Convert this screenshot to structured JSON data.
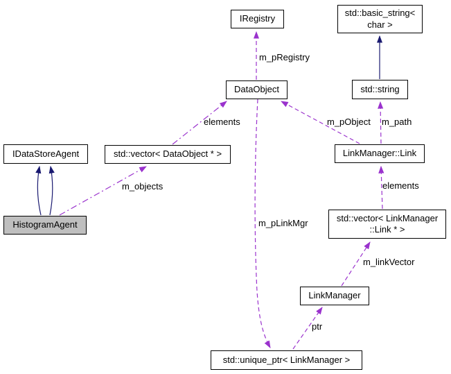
{
  "diagram": {
    "kind": "collaboration-graph",
    "nodes": [
      {
        "id": "iregistry",
        "label": "IRegistry"
      },
      {
        "id": "std-basic-string",
        "label": "std::basic_string<\nchar >"
      },
      {
        "id": "dataobject",
        "label": "DataObject"
      },
      {
        "id": "std-string",
        "label": "std::string"
      },
      {
        "id": "idatastoreagent",
        "label": "IDataStoreAgent"
      },
      {
        "id": "vector-dataobject",
        "label": "std::vector< DataObject * >"
      },
      {
        "id": "linkmanager-link",
        "label": "LinkManager::Link"
      },
      {
        "id": "vector-linkmanager-link",
        "label": "std::vector< LinkManager\n::Link * >"
      },
      {
        "id": "histogramagent",
        "label": "HistogramAgent",
        "selected": true
      },
      {
        "id": "linkmanager",
        "label": "LinkManager"
      },
      {
        "id": "unique-ptr-linkmanager",
        "label": "std::unique_ptr< LinkManager >"
      }
    ],
    "edges": [
      {
        "from": "dataobject",
        "to": "iregistry",
        "label": "m_pRegistry",
        "type": "usage"
      },
      {
        "from": "vector-dataobject",
        "to": "dataobject",
        "label": "elements",
        "type": "usage"
      },
      {
        "from": "linkmanager-link",
        "to": "dataobject",
        "label": "m_pObject",
        "type": "usage"
      },
      {
        "from": "linkmanager-link",
        "to": "std-string",
        "label": "m_path",
        "type": "usage"
      },
      {
        "from": "std-string",
        "to": "std-basic-string",
        "label": "",
        "type": "inheritance"
      },
      {
        "from": "histogramagent",
        "to": "idatastoreagent",
        "label": "",
        "type": "inheritance"
      },
      {
        "from": "histogramagent",
        "to": "idatastoreagent",
        "label": "",
        "type": "inheritance"
      },
      {
        "from": "histogramagent",
        "to": "vector-dataobject",
        "label": "m_objects",
        "type": "usage"
      },
      {
        "from": "vector-linkmanager-link",
        "to": "linkmanager-link",
        "label": "elements",
        "type": "usage"
      },
      {
        "from": "linkmanager",
        "to": "vector-linkmanager-link",
        "label": "m_linkVector",
        "type": "usage"
      },
      {
        "from": "dataobject",
        "to": "unique-ptr-linkmanager",
        "label": "m_pLinkMgr",
        "type": "usage"
      },
      {
        "from": "unique-ptr-linkmanager",
        "to": "linkmanager",
        "label": "ptr",
        "type": "usage"
      }
    ],
    "colors": {
      "usage": "#9a32cd",
      "inheritance": "#191970",
      "node_border": "#000000",
      "node_fill": "#ffffff",
      "selected_fill": "#bfbfbf",
      "background": "#ffffff"
    }
  }
}
